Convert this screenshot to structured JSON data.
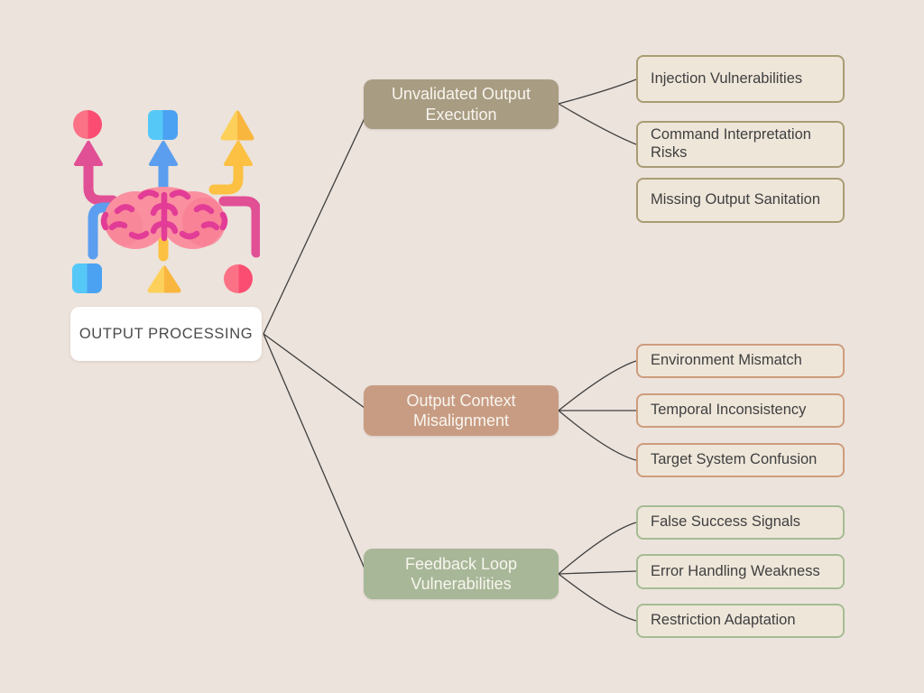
{
  "title": "Output Processing mind map",
  "background_color": "#ece3dc",
  "connector_color": "#3f3f3f",
  "root": {
    "label": "OUTPUT PROCESSING",
    "fill": "#ffffff",
    "text_color": "#4a4a4a"
  },
  "branches": [
    {
      "label": "Unvalidated Output Execution",
      "fill": "#a89c82",
      "leaf_border": "#a99d74",
      "children": [
        "Injection Vulnerabilities",
        "Command Interpretation Risks",
        "Missing Output Sanitation"
      ]
    },
    {
      "label": "Output Context Misalignment",
      "fill": "#c89c83",
      "leaf_border": "#ce9c7d",
      "children": [
        "Environment Mismatch",
        "Temporal Inconsistency",
        "Target System Confusion"
      ]
    },
    {
      "label": "Feedback Loop Vulnerabilities",
      "fill": "#a7b797",
      "leaf_border": "#a5bc93",
      "children": [
        "False Success Signals",
        "Error Handling Weakness",
        "Restriction Adaptation"
      ]
    }
  ],
  "icon": {
    "name": "brain-decision-routing-icon",
    "colors": {
      "pink_shape": "#fb4d72",
      "pink_shape_light": "#fb7286",
      "blue_shape": "#4ba2f2",
      "blue_shape_light": "#55c8f7",
      "yellow_shape": "#f9b63e",
      "yellow_shape_light": "#fdd05b",
      "arrow_magenta": "#e14f95",
      "arrow_blue": "#5b9ef0",
      "arrow_yellow": "#fcc143",
      "brain_pink": "#fa8fa0",
      "brain_lines": "#e23c96"
    }
  }
}
